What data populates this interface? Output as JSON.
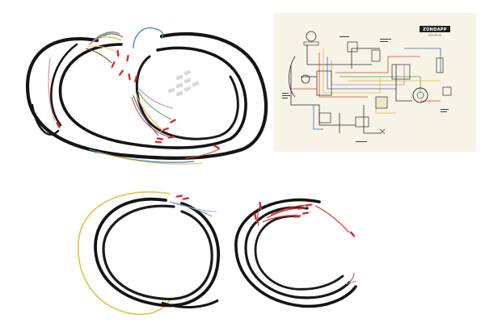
{
  "scene": {
    "background": "#ffffff",
    "items": [
      "main-wiring-harness",
      "wire-connectors",
      "wiring-diagram-sheet",
      "cable-loop-with-yellow-wire",
      "cable-bundle-with-red-terminals"
    ]
  },
  "wiring_diagram": {
    "logo": "ZÜNDAPP",
    "subtitle": "SCHALTPLAN",
    "paper_color": "#f7f3e7",
    "wire_colors": [
      "#d94a2a",
      "#e6b83a",
      "#3b6fb5",
      "#2b2b2b",
      "#c57bb5",
      "#5a9a4a"
    ]
  },
  "colors": {
    "cable_black": "#161616",
    "cable_highlight": "#4a4a4a",
    "yellow_wire": "#e8c14a",
    "red_terminal": "#d82a2a",
    "blue_wire": "#3a7fd0",
    "green_wire": "#4caf50",
    "brown_wire": "#7a4a2a",
    "connector_plastic": "#e8e8e8"
  }
}
